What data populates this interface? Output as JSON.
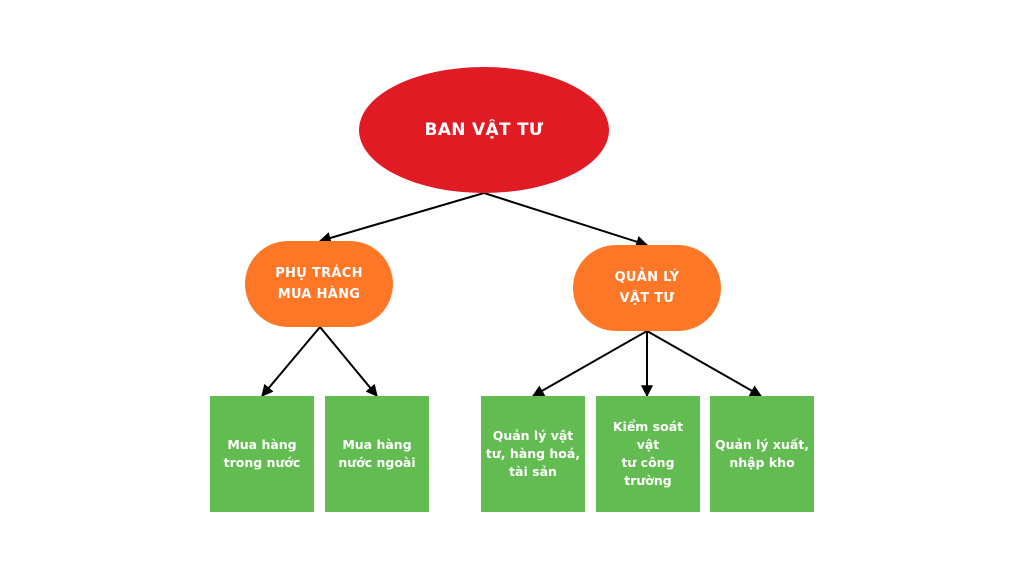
{
  "colors": {
    "root": "#e01b24",
    "manager": "#fd7726",
    "unit": "#63bc51",
    "connector": "#000000",
    "background": "#ffffff"
  },
  "root": {
    "label": "BAN VẬT TƯ"
  },
  "managers": [
    {
      "id": "purchasing",
      "label": "PHỤ TRÁCH\nMUA HÀNG"
    },
    {
      "id": "materials",
      "label": "QUẢN LÝ\nVẬT TƯ"
    }
  ],
  "units": [
    {
      "parent": "purchasing",
      "label": "Mua hàng\ntrong nước"
    },
    {
      "parent": "purchasing",
      "label": "Mua hàng\nnước ngoài"
    },
    {
      "parent": "materials",
      "label": "Quản lý vật\ntư, hàng hoá,\ntài sản"
    },
    {
      "parent": "materials",
      "label": "Kiểm soát vật\ntư công\ntrường"
    },
    {
      "parent": "materials",
      "label": "Quản lý xuất,\nnhập kho"
    }
  ]
}
